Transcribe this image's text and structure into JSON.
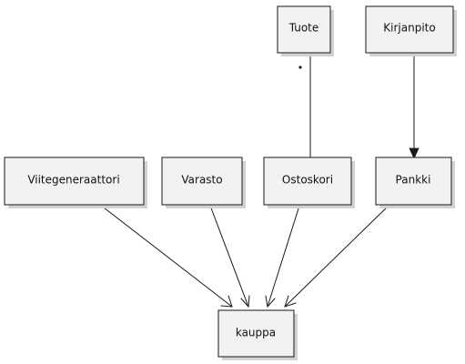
{
  "nodes": {
    "tuote": {
      "label": "Tuote"
    },
    "kirjanpito": {
      "label": "Kirjanpito"
    },
    "viitegeneraattori": {
      "label": "Viitegeneraattori"
    },
    "varasto": {
      "label": "Varasto"
    },
    "ostoskori": {
      "label": "Ostoskori"
    },
    "pankki": {
      "label": "Pankki"
    },
    "kauppa": {
      "label": "kauppa"
    }
  },
  "edges": [
    {
      "from": "kirjanpito",
      "to": "pankki",
      "arrow": "filled"
    },
    {
      "from": "tuote",
      "to": "ostoskori",
      "arrow": "none",
      "marker": "dot"
    },
    {
      "from": "viitegeneraattori",
      "to": "kauppa",
      "arrow": "open"
    },
    {
      "from": "varasto",
      "to": "kauppa",
      "arrow": "open"
    },
    {
      "from": "ostoskori",
      "to": "kauppa",
      "arrow": "open"
    },
    {
      "from": "pankki",
      "to": "kauppa",
      "arrow": "open"
    }
  ]
}
